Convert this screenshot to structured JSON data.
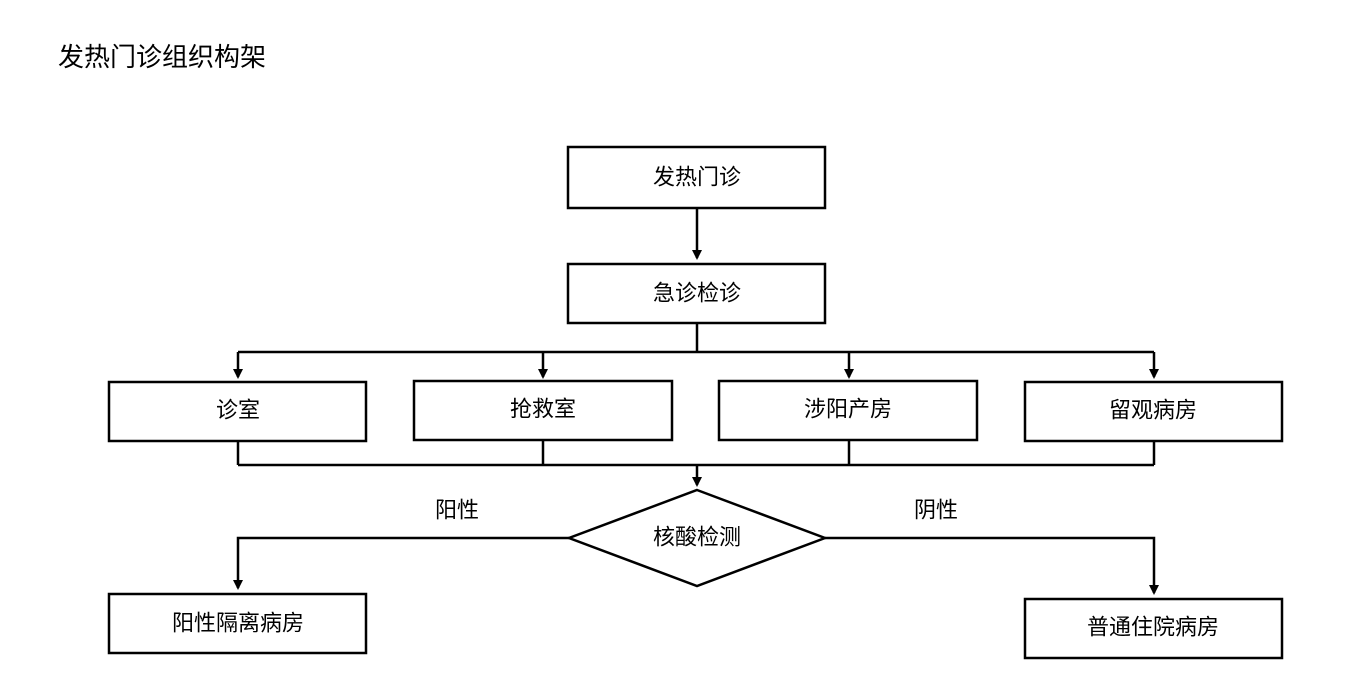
{
  "title": "发热门诊组织构架",
  "nodes": {
    "fever_clinic": "发热门诊",
    "emergency_check": "急诊检诊",
    "consult_room": "诊室",
    "rescue_room": "抢救室",
    "delivery_room": "涉阳产房",
    "observation_ward": "留观病房",
    "nucleic_test": "核酸检测",
    "positive_isolation_ward": "阳性隔离病房",
    "general_ward": "普通住院病房"
  },
  "edge_labels": {
    "positive": "阳性",
    "negative": "阴性"
  },
  "colors": {
    "stroke": "#000000",
    "fill": "#ffffff"
  }
}
